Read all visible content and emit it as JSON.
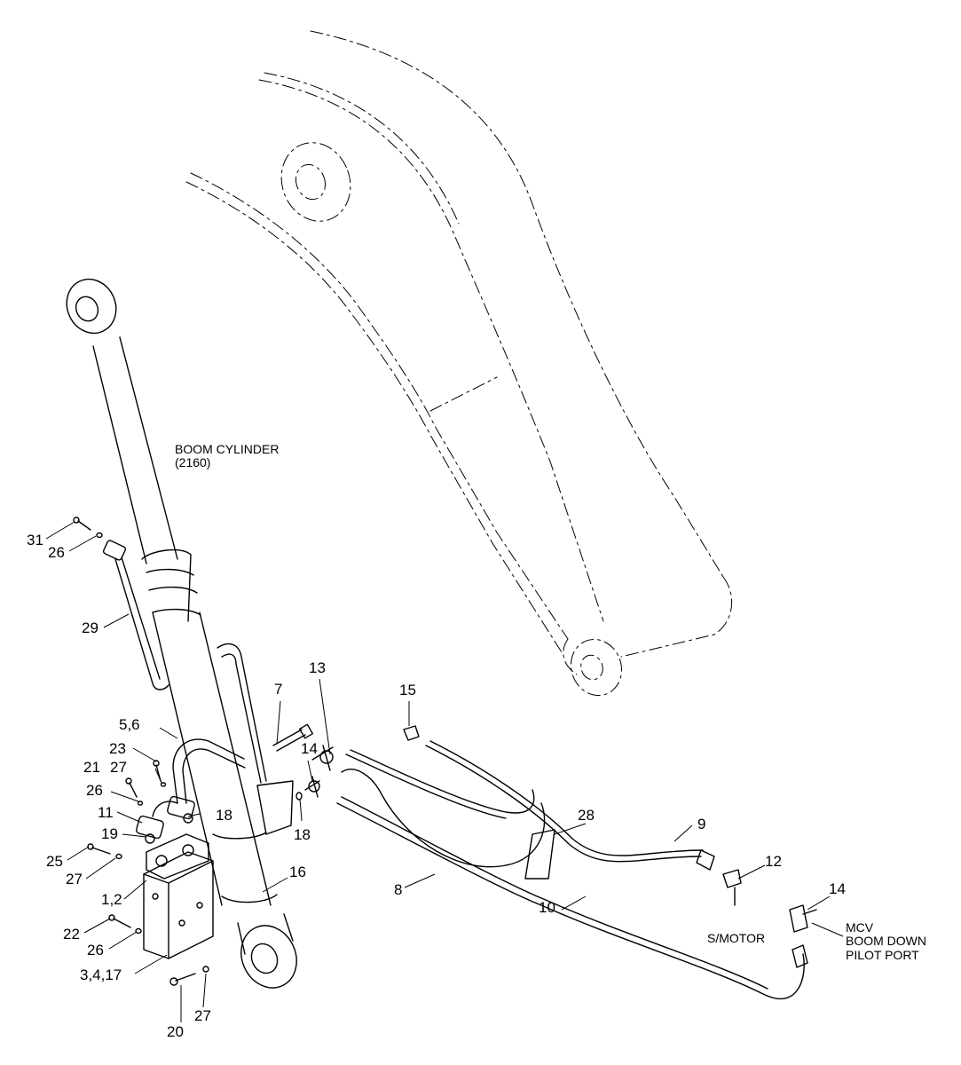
{
  "annotations": {
    "boom_cylinder": "BOOM CYLINDER",
    "boom_cylinder_code": "(2160)",
    "s_motor": "S/MOTOR",
    "mcv_line1": "MCV",
    "mcv_line2": "BOOM DOWN",
    "mcv_line3": "PILOT PORT"
  },
  "callouts": [
    {
      "id": "c31",
      "text": "31"
    },
    {
      "id": "c26a",
      "text": "26"
    },
    {
      "id": "c29",
      "text": "29"
    },
    {
      "id": "c56",
      "text": "5,6"
    },
    {
      "id": "c23",
      "text": "23"
    },
    {
      "id": "c21",
      "text": "21"
    },
    {
      "id": "c27a",
      "text": "27"
    },
    {
      "id": "c26b",
      "text": "26"
    },
    {
      "id": "c11",
      "text": "11"
    },
    {
      "id": "c18a",
      "text": "18"
    },
    {
      "id": "c19",
      "text": "19"
    },
    {
      "id": "c25",
      "text": "25"
    },
    {
      "id": "c27b",
      "text": "27"
    },
    {
      "id": "c12a",
      "text": "1,2"
    },
    {
      "id": "c16",
      "text": "16"
    },
    {
      "id": "c22",
      "text": "22"
    },
    {
      "id": "c26c",
      "text": "26"
    },
    {
      "id": "c3417",
      "text": "3,4,17"
    },
    {
      "id": "c20",
      "text": "20"
    },
    {
      "id": "c27c",
      "text": "27"
    },
    {
      "id": "c7",
      "text": "7"
    },
    {
      "id": "c13",
      "text": "13"
    },
    {
      "id": "c14a",
      "text": "14"
    },
    {
      "id": "c18b",
      "text": "18"
    },
    {
      "id": "c15",
      "text": "15"
    },
    {
      "id": "c8",
      "text": "8"
    },
    {
      "id": "c28",
      "text": "28"
    },
    {
      "id": "c9",
      "text": "9"
    },
    {
      "id": "c10",
      "text": "10"
    },
    {
      "id": "c12b",
      "text": "12"
    },
    {
      "id": "c14b",
      "text": "14"
    }
  ]
}
